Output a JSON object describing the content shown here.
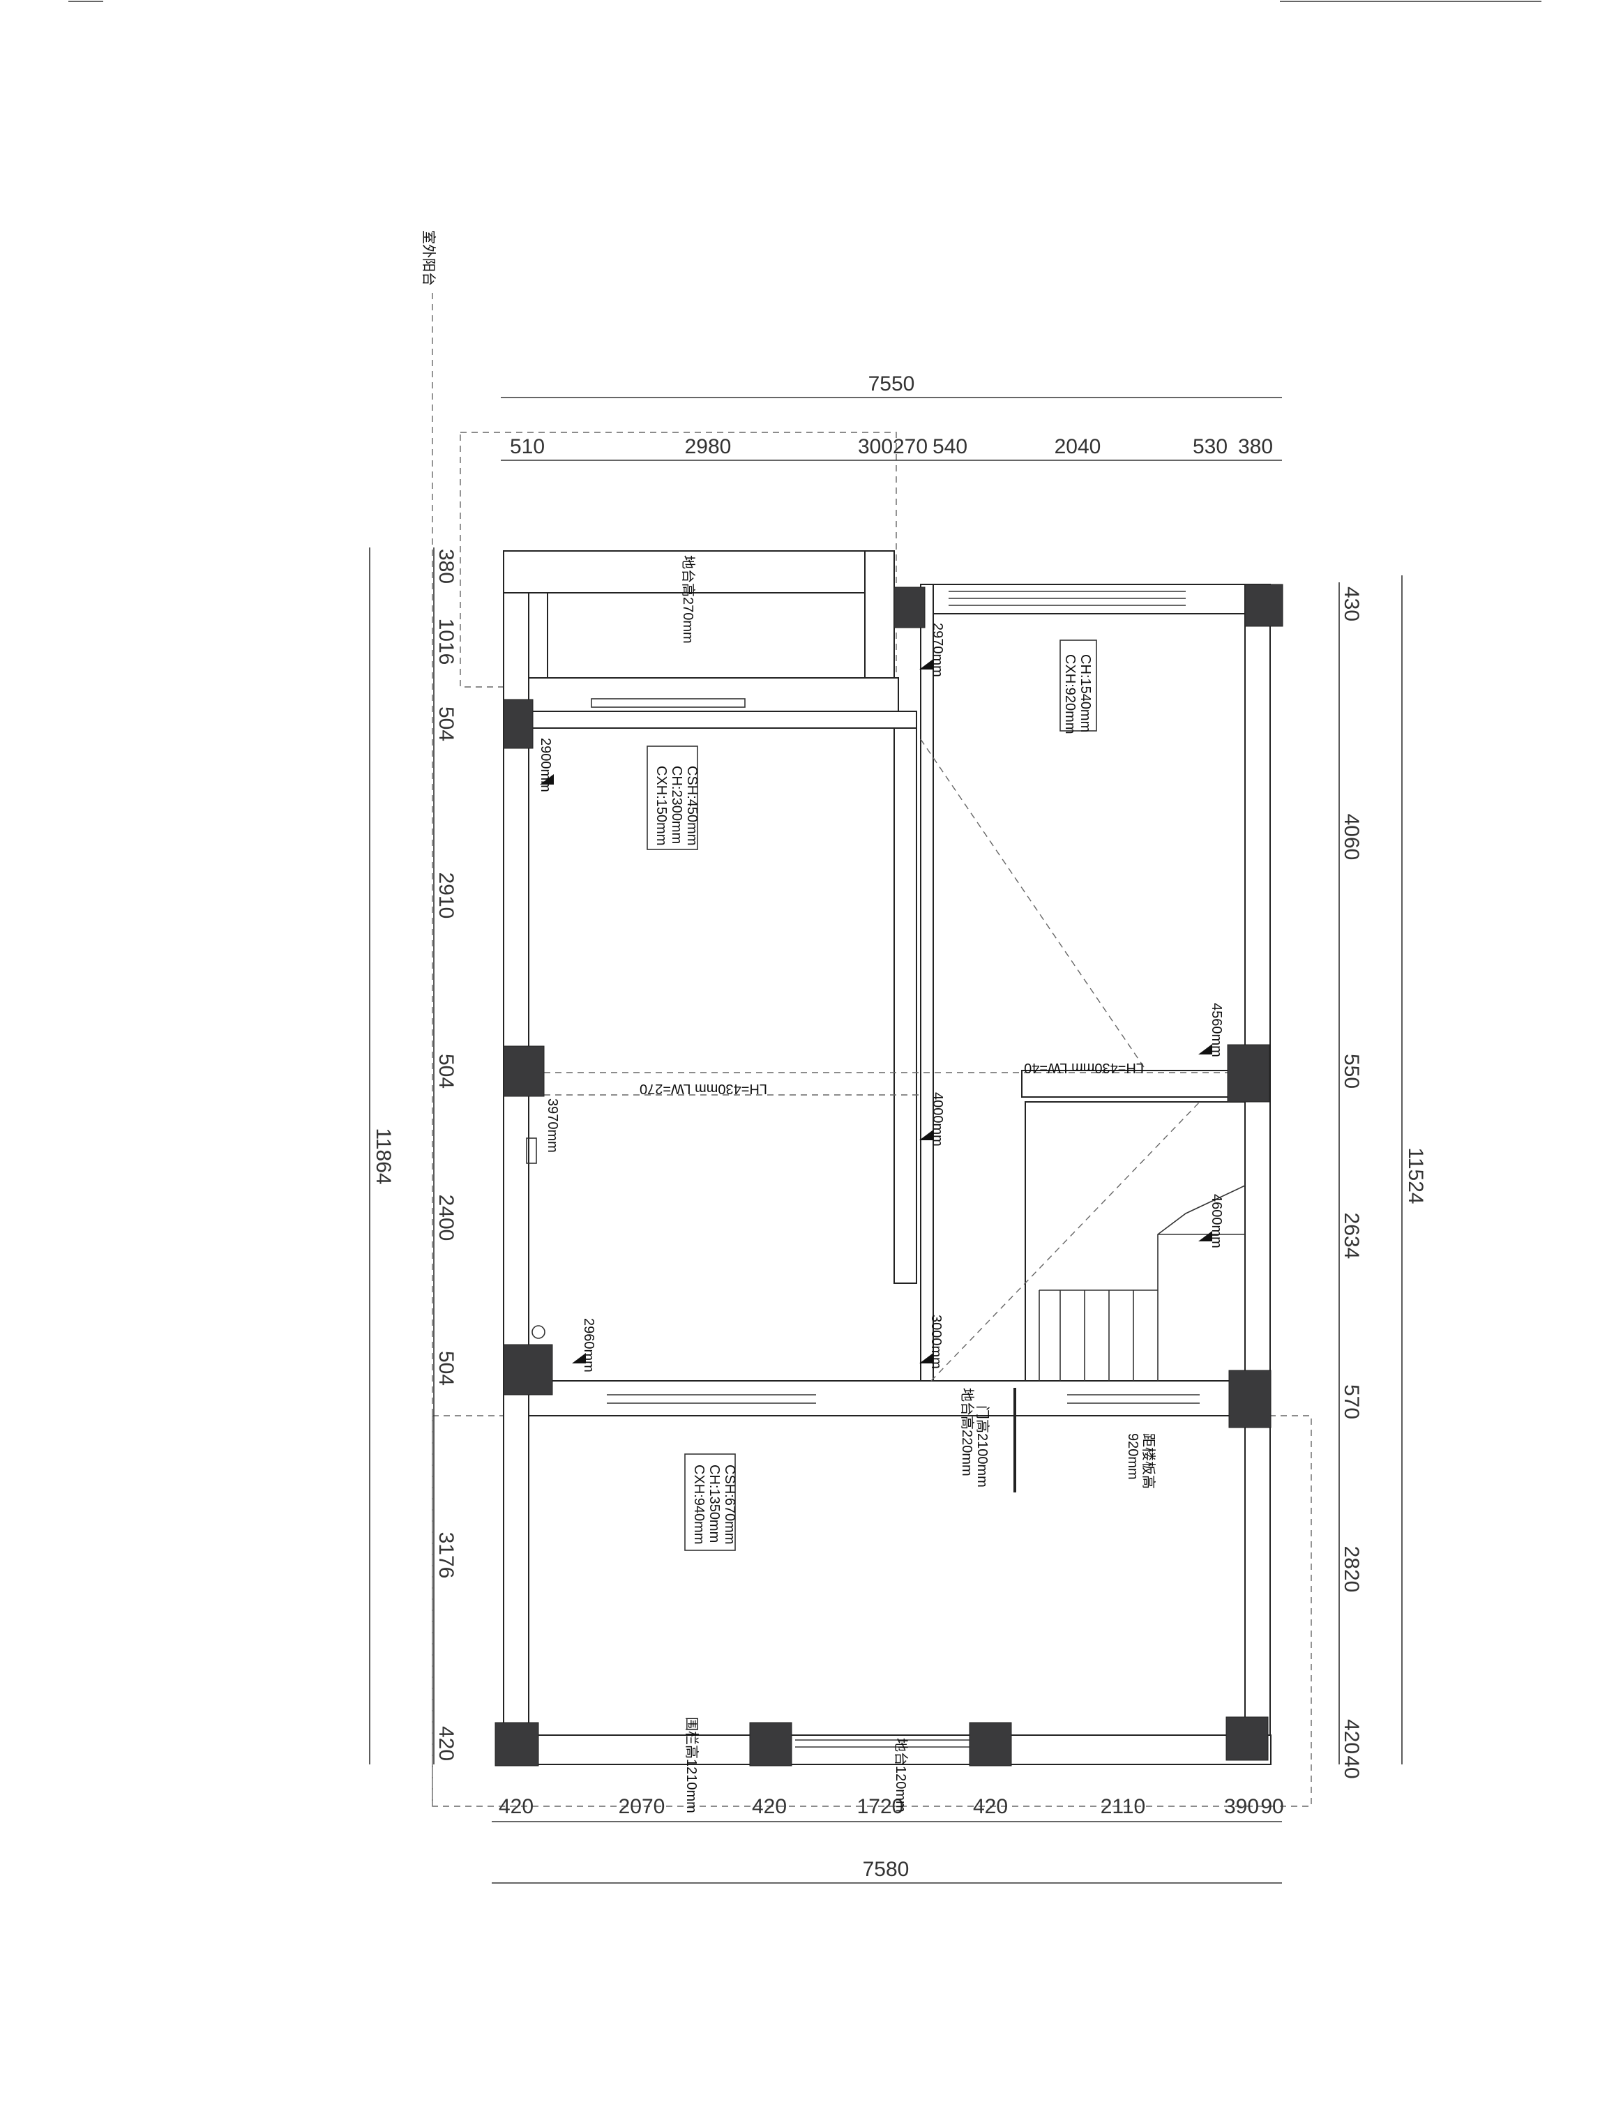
{
  "dimensions": {
    "top_overall": "7550",
    "top_segments": [
      "510",
      "2980",
      "300",
      "270",
      "540",
      "2040",
      "530",
      "380"
    ],
    "bottom_overall": "7580",
    "bottom_segments": [
      "420",
      "2070",
      "420",
      "1720",
      "420",
      "2110",
      "390",
      "90"
    ],
    "left_overall": "11864",
    "left_segments": [
      "380",
      "1016",
      "504",
      "2910",
      "504",
      "2400",
      "504",
      "3176",
      "420"
    ],
    "right_overall": "11524",
    "right_segments": [
      "430",
      "4060",
      "550",
      "2634",
      "570",
      "2820",
      "420",
      "40"
    ]
  },
  "labels": {
    "outdoor_balcony": "室外阳台",
    "sill_270": "地台高270mm",
    "sill_220": "地台高220mm",
    "door_height": "门高2100mm",
    "rail_height": "围栏高1210mm",
    "sill_120": "地台120mm",
    "stair_distance": "距楼板高",
    "stair_distance_value": "920mm",
    "beam_main": "LH=430mm  LW=270",
    "beam_right": "LH=430mm  LW=40"
  },
  "window_tags": [
    {
      "lines": [
        "CSH:450mm",
        "CH:2300mm",
        "CXH:150mm"
      ]
    },
    {
      "lines": [
        "CH:1540mm",
        "CXH:920mm"
      ]
    },
    {
      "lines": [
        "CSH:670mm",
        "CH:1350mm",
        "CXH:940mm"
      ]
    }
  ],
  "ceiling_heights": [
    "2900mm",
    "2970mm",
    "4000mm",
    "3970mm",
    "4560mm",
    "4600mm",
    "2960mm",
    "3000mm"
  ],
  "colors": {
    "column": "#3a3a3c",
    "line": "#333333",
    "dash": "#666666"
  }
}
